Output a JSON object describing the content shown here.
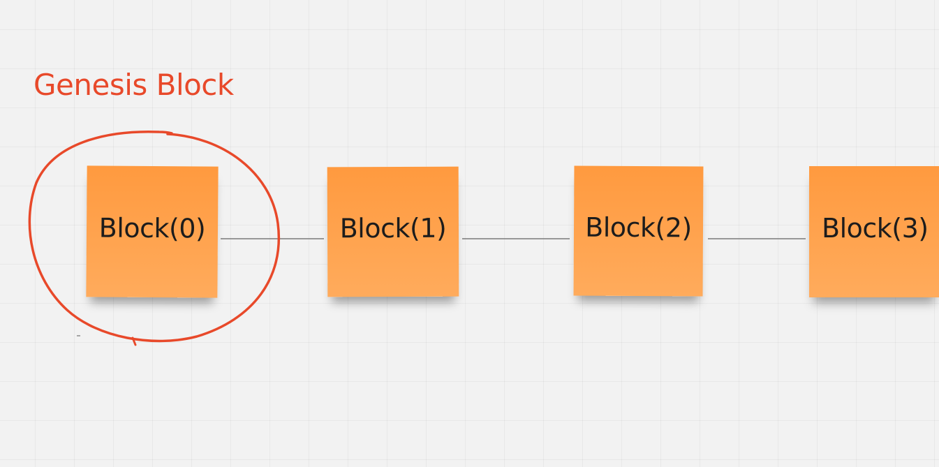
{
  "colors": {
    "board_background": "#f2f2f2",
    "note_fill_top": "#ff9a3f",
    "note_fill_bottom": "#ffab5c",
    "accent_red": "#e8492a",
    "connector": "#7a7a7a"
  },
  "annotation": {
    "title": "Genesis Block",
    "highlight_target": "Block(0)"
  },
  "blocks": [
    {
      "label": "Block(0)"
    },
    {
      "label": "Block(1)"
    },
    {
      "label": "Block(2)"
    },
    {
      "label": "Block(3)"
    }
  ]
}
